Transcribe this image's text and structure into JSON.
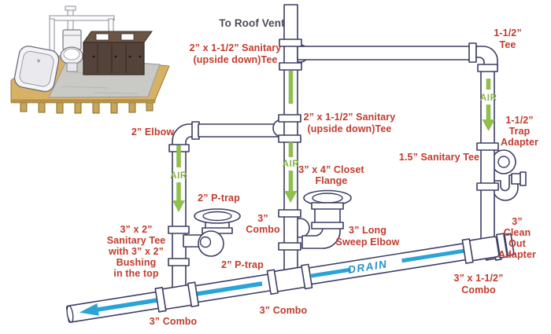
{
  "colors": {
    "label_red": "#c23b2d",
    "air_green": "#8fbf4d",
    "drain_blue": "#2aa3d6",
    "dark_text": "#4c4c5a",
    "pipe_outline": "#3d3d66"
  },
  "labels": {
    "to_roof_vent": "To Roof Vent",
    "sanitary_tee_top": "2” x 1-1/2” Sanitary\n(upside down)Tee",
    "tee_1_1_2": "1-1/2” Tee",
    "elbow_2": "2” Elbow",
    "sanitary_tee_mid": "2” x 1-1/2” Sanitary\n(upside down)Tee",
    "air": "AIR",
    "trap_adapter": "1-1/2”\nTrap\nAdapter",
    "sanitary_tee_1_5": "1.5” Sanitary Tee",
    "p_trap_upper": "2” P-trap",
    "combo_3_center": "3”\nCombo",
    "closet_flange": "3” x 4” Closet\nFlange",
    "sanitary_tee_bushing": "3” x 2”\nSanitary Tee\nwith 3” x 2”\nBushing\nin the top",
    "p_trap_lower": "2” P-trap",
    "long_sweep_elbow": "3” Long\nSweep Elbow",
    "drain": "DRAIN",
    "clean_out_adapter": "3”\nClean\nOut\nAdapter",
    "combo_3x1_1_2": "3” x 1-1/2” Combo",
    "combo_bottom_left": "3” Combo",
    "combo_bottom_center": "3” Combo"
  }
}
